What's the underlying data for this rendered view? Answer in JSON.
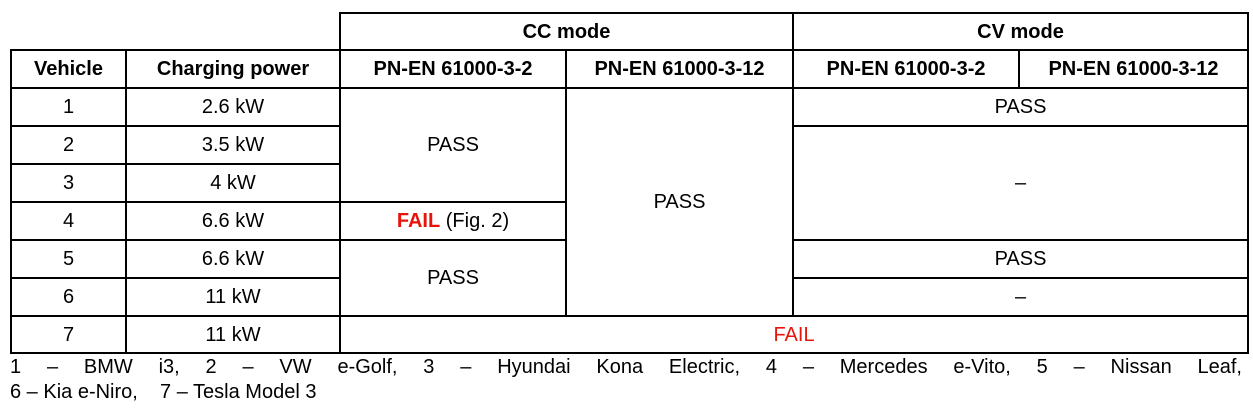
{
  "header": {
    "cc_mode": "CC mode",
    "cv_mode": "CV mode",
    "vehicle": "Vehicle",
    "charging_power": "Charging power",
    "std_3_2": "PN-EN 61000-3-2",
    "std_3_12": "PN-EN 61000-3-12"
  },
  "rows": [
    {
      "vehicle": "1",
      "power": "2.6 kW"
    },
    {
      "vehicle": "2",
      "power": "3.5 kW"
    },
    {
      "vehicle": "3",
      "power": "4 kW"
    },
    {
      "vehicle": "4",
      "power": "6.6 kW"
    },
    {
      "vehicle": "5",
      "power": "6.6 kW"
    },
    {
      "vehicle": "6",
      "power": "11 kW"
    },
    {
      "vehicle": "7",
      "power": "11 kW"
    }
  ],
  "results": {
    "cc_3_2_rows_1_3": "PASS",
    "cc_3_2_row_4_fail": "FAIL",
    "cc_3_2_row_4_note": " (Fig. 2)",
    "cc_3_2_rows_5_6": "PASS",
    "cc_3_12_rows_1_6": "PASS",
    "cv_row_1": "PASS",
    "cv_rows_2_4": "–",
    "cv_row_5": "PASS",
    "cv_row_6": "–",
    "row_7_all": "FAIL"
  },
  "footnote": {
    "line1": "1 – BMW i3, 2 – VW e-Golf, 3 – Hyundai Kona Electric, 4 – Mercedes e-Vito, 5 – Nissan Leaf,",
    "line2": "6 – Kia e-Niro,    7 – Tesla Model 3"
  },
  "colors": {
    "fail": "#e8140c",
    "border": "#000000"
  }
}
